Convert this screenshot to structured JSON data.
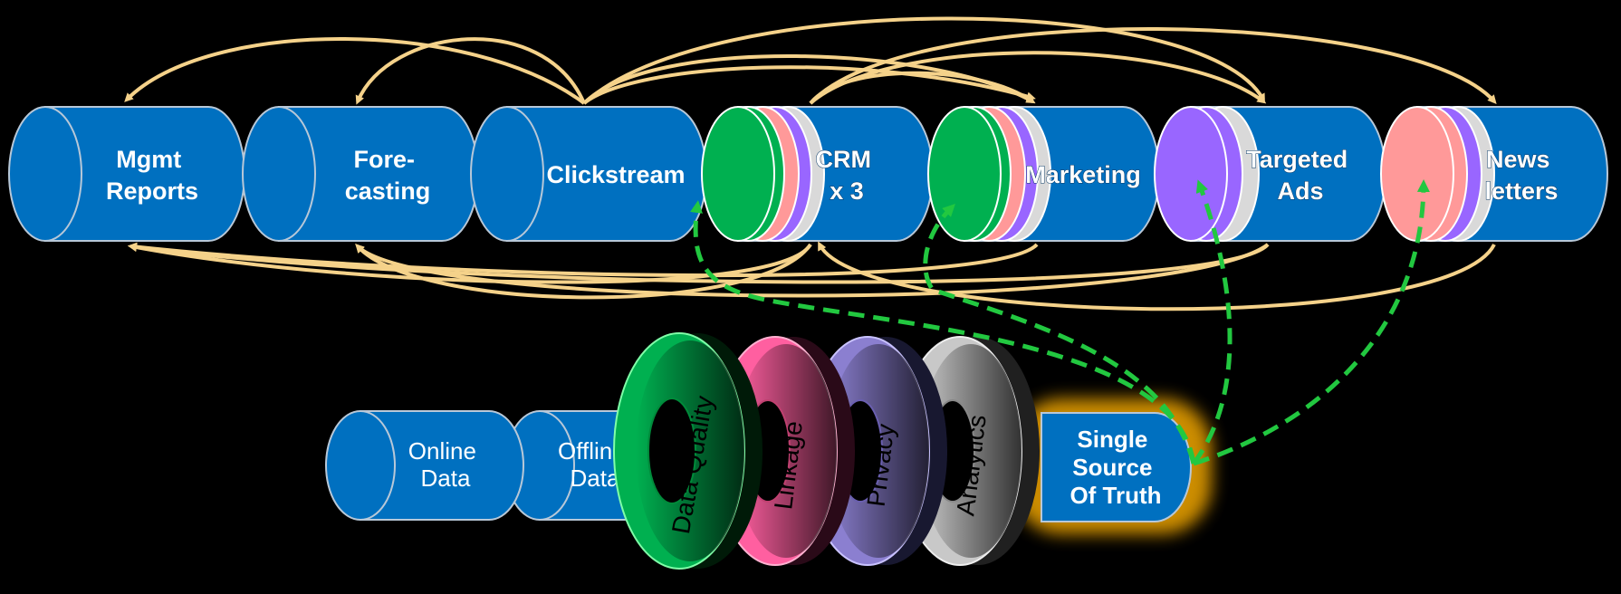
{
  "diagram": {
    "top_row": [
      {
        "id": "mgmt",
        "lines": [
          "Mgmt",
          "Reports"
        ]
      },
      {
        "id": "fore",
        "lines": [
          "Fore-",
          "casting"
        ]
      },
      {
        "id": "click",
        "lines": [
          "Clickstream"
        ]
      },
      {
        "id": "crm",
        "lines": [
          "CRM",
          "x 3"
        ]
      },
      {
        "id": "marketing",
        "lines": [
          "Marketing"
        ]
      },
      {
        "id": "ads",
        "lines": [
          "Targeted",
          "Ads"
        ]
      },
      {
        "id": "news",
        "lines": [
          "News",
          "letters"
        ]
      }
    ],
    "sources": [
      {
        "id": "online",
        "lines": [
          "Online",
          "Data"
        ]
      },
      {
        "id": "offline",
        "lines": [
          "Offline",
          "Data"
        ]
      }
    ],
    "rings": [
      {
        "id": "quality",
        "label": "Data Quality",
        "color": "#00b050"
      },
      {
        "id": "linkage",
        "label": "Linkage",
        "color": "#ff5fa0"
      },
      {
        "id": "privacy",
        "label": "Privacy",
        "color": "#8b7fd0"
      },
      {
        "id": "analytics",
        "label": "Analytics",
        "color": "#c8c8c8"
      }
    ],
    "truth": {
      "lines": [
        "Single",
        "Source",
        "Of Truth"
      ]
    },
    "colors": {
      "cylinder": "#0070c0",
      "arrow": "#f5d28a",
      "dashed": "#22c840",
      "glow": "#ffb000"
    }
  }
}
